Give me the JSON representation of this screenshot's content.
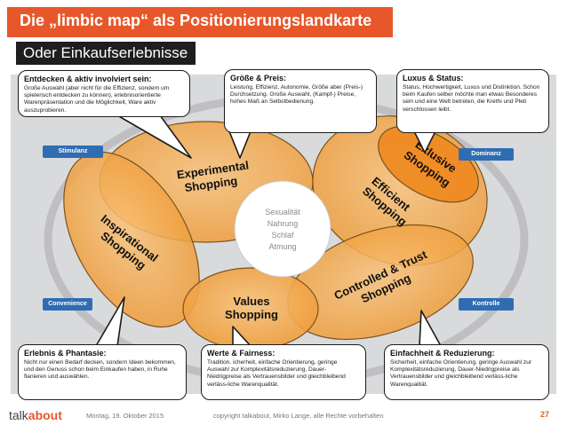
{
  "title": "Die „limbic map“ als Positionierungslandkarte",
  "subtitle": "Oder Einkaufserlebnisse",
  "center_labels": [
    "Sexualität",
    "Nahrung",
    "Schlaf",
    "Atmung"
  ],
  "axis_tags": {
    "stimulanz": "Stimulanz",
    "dominanz": "Dominanz",
    "convenience": "Convenience",
    "kontrolle": "Kontrolle"
  },
  "segments": {
    "experimental": [
      "Experimental",
      "Shopping"
    ],
    "inspirational": [
      "Inspirational",
      "Shopping"
    ],
    "values": [
      "Values",
      "Shopping"
    ],
    "controlled": [
      "Controlled & Trust",
      "Shopping"
    ],
    "efficient": [
      "Efficient",
      "Shopping"
    ],
    "exlusive": [
      "Exlusive",
      "Shopping"
    ]
  },
  "callouts": {
    "entdecken": {
      "title": "Entdecken & aktiv involviert sein:",
      "text": "Große Auswahl (aber nicht für die Effizienz, sondern um spielerisch entdecken zu können), erlebnisorientierte Warenpräsentation und die Möglichkeit, Ware aktiv auszuprobieren."
    },
    "groesse": {
      "title": "Größe & Preis:",
      "text": "Leistung, Effizienz, Autonomie, Größe aber (Preis-) Durchsetzung. Große Auswahl, (Kampf-) Preise, hohes Maß an Selbstbedienung."
    },
    "luxus": {
      "title": "Luxus & Status:",
      "text": "Status, Hochwertigkeit, Luxus und Distinktion. Schon beim Kaufen selber möchte man etwas Besonderes sein und eine Welt betreten, die Krethi und Pleti verschlossen leibt."
    },
    "erlebnis": {
      "title": "Erlebnis & Phantasie:",
      "text": "Nicht nur einen Bedarf decken, sondern Ideen bekommen, und den Genuss schon beim Einkaufen haben, in Ruhe flanieren und auswählen."
    },
    "werte": {
      "title": "Werte & Fairness:",
      "text": "Tradition. icherheit, einfache Orientierung, geringe Auswahl zur Komplexitätsreduzierung, Dauer-Niedrigpreise als Vertrauensbilder und gleichbleibend verläss-liche Warenqualität."
    },
    "einfachheit": {
      "title": "Einfachheit & Reduzierung:",
      "text": "Sicherheit, einfache Orientierung, geringe Auswahl zur Komplexitätsreduzierung, Dauer-Niedrigpreise als Vertrauensbilder und gleichbleibend verläss-liche Warenqualität."
    }
  },
  "footer": {
    "logo_prefix": "talk",
    "logo_suffix": "about",
    "date": "Montag, 19. Oktober 2015",
    "copyright": "copyright talkabout, Mirko Lange, alle Rechte vorbehalten",
    "page": "27"
  },
  "colors": {
    "accent": "#e8572a",
    "segment_fill": "#f4a54a",
    "segment_edge": "#c8761a",
    "stage_bg": "#d9dadc",
    "tag_blue": "#2f6db3"
  }
}
